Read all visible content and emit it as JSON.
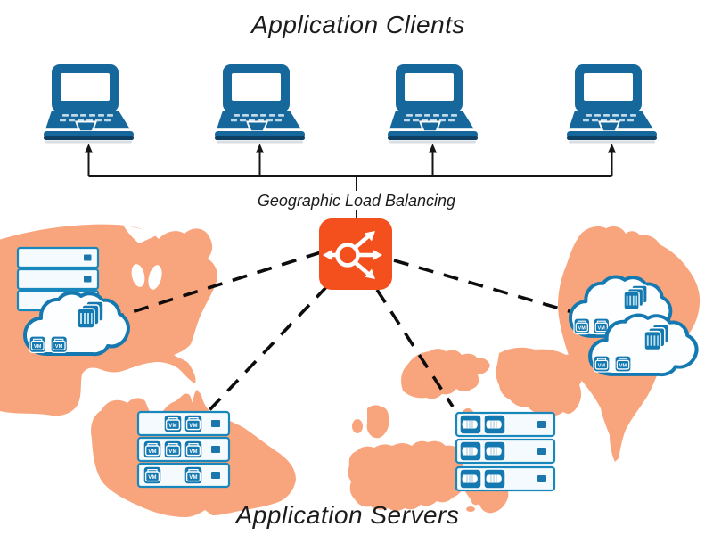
{
  "titles": {
    "clients": "Application Clients",
    "servers": "Application Servers",
    "load_balancing": "Geographic Load Balancing"
  },
  "labels": {
    "vm": "VM"
  },
  "icons": {
    "client": "laptop-icon",
    "hub": "load-balancer-icon",
    "rack": "server-rack-icon",
    "cloud": "cloud-icon",
    "vm": "vm-box-icon",
    "instance_stack": "stacked-instances-icon",
    "disk": "disk-drive-icon"
  },
  "colors": {
    "map_salmon": "#F8A57E",
    "laptop_blue": "#15679C",
    "accent_blue": "#1579B1",
    "server_fill": "#F4FAFD",
    "load_balancer_orange": "#F4501E",
    "line_black": "#141414"
  },
  "diagram": {
    "client_count": 4,
    "server_sites": [
      {
        "region": "north-america",
        "composition": "rack-and-cloud",
        "rack_units": 3,
        "vm_count": 2,
        "instance_stacks": 1
      },
      {
        "region": "australia",
        "composition": "rack",
        "rack_units": 3,
        "vm_count": 7
      },
      {
        "region": "europe",
        "composition": "rack",
        "rack_units": 3,
        "disk_count": 6
      },
      {
        "region": "south-america",
        "composition": "clouds",
        "cloud_count": 2,
        "vm_count": 4,
        "instance_stacks": 2
      }
    ]
  }
}
